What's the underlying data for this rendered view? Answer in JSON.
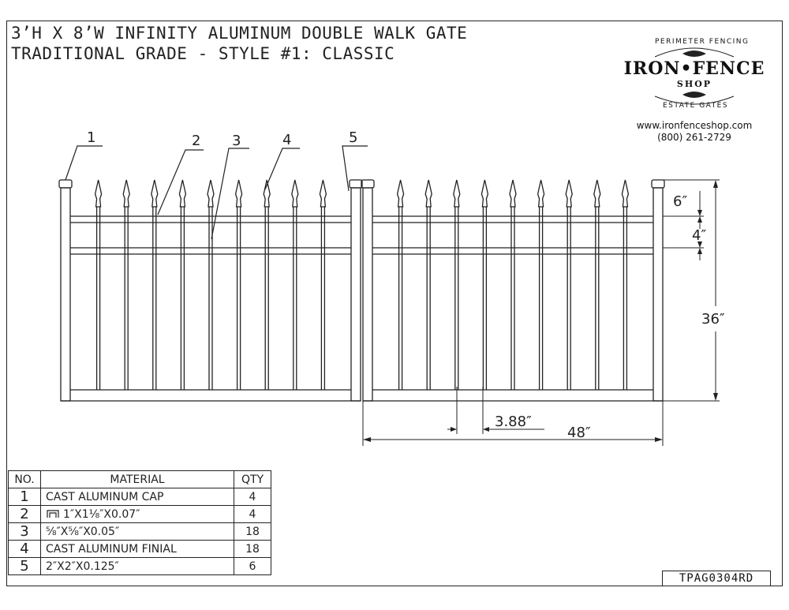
{
  "title": {
    "line1": "3’H X 8’W INFINITY ALUMINUM DOUBLE WALK GATE",
    "line2": "TRADITIONAL GRADE - STYLE #1: CLASSIC"
  },
  "logo": {
    "top_arc": "PERIMETER FENCING",
    "name": "IRON•FENCE",
    "sub": "SHOP",
    "bottom_arc": "ESTATE GATES",
    "website": "www.ironfenceshop.com",
    "phone": "(800) 261-2729"
  },
  "callouts": [
    "1",
    "2",
    "3",
    "4",
    "5"
  ],
  "dimensions": {
    "top_to_rail": "6″",
    "rail_spacing": "4″",
    "height": "36″",
    "picket_spacing": "3.88″",
    "leaf_width": "48″"
  },
  "bom": {
    "headers": {
      "no": "NO.",
      "material": "MATERIAL",
      "qty": "QTY"
    },
    "rows": [
      {
        "no": "1",
        "material": "CAST ALUMINUM CAP",
        "qty": "4"
      },
      {
        "no": "2",
        "material": "1″X1⅛″X0.07″",
        "qty": "4",
        "icon": "channel-icon"
      },
      {
        "no": "3",
        "material": "⅝″X⅝″X0.05″",
        "qty": "18"
      },
      {
        "no": "4",
        "material": "CAST ALUMINUM FINIAL",
        "qty": "18"
      },
      {
        "no": "5",
        "material": "2″X2″X0.125″",
        "qty": "6"
      }
    ]
  },
  "drawing_number": "TPAG0304RD",
  "colors": {
    "line": "#222222",
    "background": "#ffffff"
  }
}
